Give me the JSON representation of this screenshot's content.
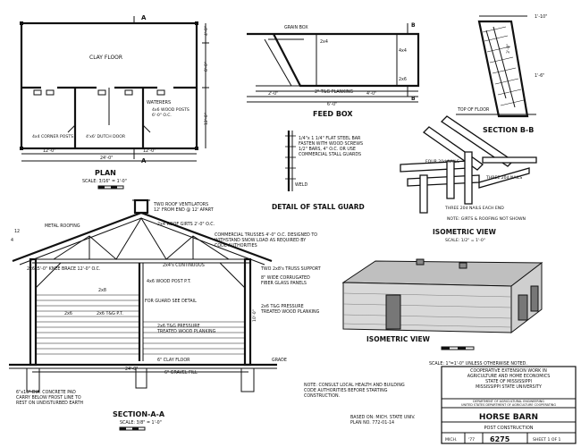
{
  "plan": {
    "section_marker": "A",
    "clay_floor": "CLAY FLOOR",
    "waterers": "WATERERS",
    "corner_posts": "4x4 CORNER POSTS",
    "dutch_door": "4'x6' DUTCH DOOR",
    "wood_posts": "4x6 WOOD POSTS\n6'-0\" O.C.",
    "dim_12a": "12'-0\"",
    "dim_12b": "12'-0\"",
    "dim_24": "24'-0\"",
    "dim_side_1": "12'-0\"",
    "dim_side_2": "4'-0\"",
    "dim_side_3": "8'-0\"",
    "title": "PLAN",
    "scale": "SCALE: 3/16\" = 1'-0\""
  },
  "feed_box": {
    "grain_box": "GRAIN BOX",
    "two_by_four": "2x4",
    "four_by_four": "4x4",
    "two_by_six": "2x6",
    "planking": "2\" T&G PLANKING",
    "dim_a": "2'-0\"",
    "dim_b": "4'-0\"",
    "dim_c": "6'-0\"",
    "marker": "B",
    "title": "FEED BOX"
  },
  "section_bb": {
    "dim_top": "1'-10\"",
    "dim_mid": "1'-6\"",
    "dim_side": "3'-0\"",
    "top_floor": "TOP OF FLOOR",
    "title": "SECTION B-B"
  },
  "stall_guard": {
    "note": "1/4\"x 1 1/4\" FLAT STEEL BAR\nFASTEN WITH WOOD SCREWS\n1/2\" BARS, 4\" O.C. OR USE\nCOMMERCIAL STALL GUARDS",
    "weld": "WELD",
    "title": "DETAIL OF STALL GUARD"
  },
  "isometric_frame": {
    "nails_left": "FOUR 20d NAILS",
    "nails_right": "THREE 20d NAILS",
    "nails_bottom": "THREE 20d NAILS EACH END",
    "note": "NOTE: GIRTS & ROOFING NOT SHOWN",
    "title": "ISOMETRIC VIEW",
    "scale": "SCALE: 1/2\" = 1'-0\""
  },
  "section_aa": {
    "vent_note": "TWO ROOF VENTILATORS\n12' FROM END @ 12' APART",
    "roof_girts": "2x4 ROOF GIRTS 2'-0\" O.C.",
    "metal_roofing": "METAL ROOFING",
    "slope": "12",
    "slope_rise": "4",
    "trusses": "COMMERCIAL TRUSSES 4'-0\" O.C. DESIGNED TO\nWITHSTAND SNOW LOAD AS REQUIRED BY\nCODE AUTHORITIES",
    "knee_brace": "2x6x5'-0\" KNEE BRACE 12'-0\" O.C.",
    "continuous": "2x4's CONTINUOUS",
    "truss_support": "TWO 2x8's TRUSS SUPPORT",
    "fiberglass": "8\" WIDE CORRUGATED\nFIBER GLASS PANELS",
    "wood_post": "4x6 WOOD POST P.T.",
    "two_by_8": "2x8",
    "guard_see": "FOR GUARD SEE DETAIL",
    "two_by_6": "2x6",
    "tg_pt": "2x6 T&G P.T.",
    "pressure_1": "2x6 T&G PRESSURE\nTREATED WOOD PLANKING",
    "pressure_2": "2x6 T&G PRESSURE\nTREATED WOOD PLANKING",
    "clay_floor": "6\" CLAY FLOOR",
    "gravel_fill": "6\" GRAVEL FILL",
    "grade": "GRADE",
    "dim_height": "10'-0\"",
    "dim_width": "24'-0\"",
    "pad_note": "6\"x16\" DIA. CONCRETE PAD\nCARRY BELOW FROST LINE TO\nREST ON UNDISTURBED EARTH",
    "title": "SECTION-A-A",
    "scale": "SCALE: 3/8\" = 1'-0\""
  },
  "isometric_view": {
    "title": "ISOMETRIC VIEW"
  },
  "notes": {
    "scale_note": "SCALE: 1\"=1'-0\" UNLESS OTHERWISE NOTED.",
    "consult": "NOTE: CONSULT LOCAL HEALTH AND BUILDING\nCODE AUTHORITIES BEFORE STARTING\nCONSTRUCTION.",
    "based_on": "BASED ON: MICH. STATE UNIV.\nPLAN NO. 772-01-14"
  },
  "title_block": {
    "coop": "COOPERATIVE EXTENSION WORK IN\nAGRICULTURE AND HOME ECONOMICS\nSTATE OF MISSISSIPPI\nMISSISSIPPI STATE UNIVERSITY",
    "dept": "DEPARTMENT OF AGRICULTURAL ENGINEERING\nUNITED STATES DEPARTMENT OF AGRICULTURE COOPERATING",
    "project": "HORSE BARN",
    "subtitle": "POST CONSTRUCTION",
    "location": "MICH.",
    "year": "'77",
    "number": "6275",
    "sheet": "SHEET 1 OF 1"
  }
}
